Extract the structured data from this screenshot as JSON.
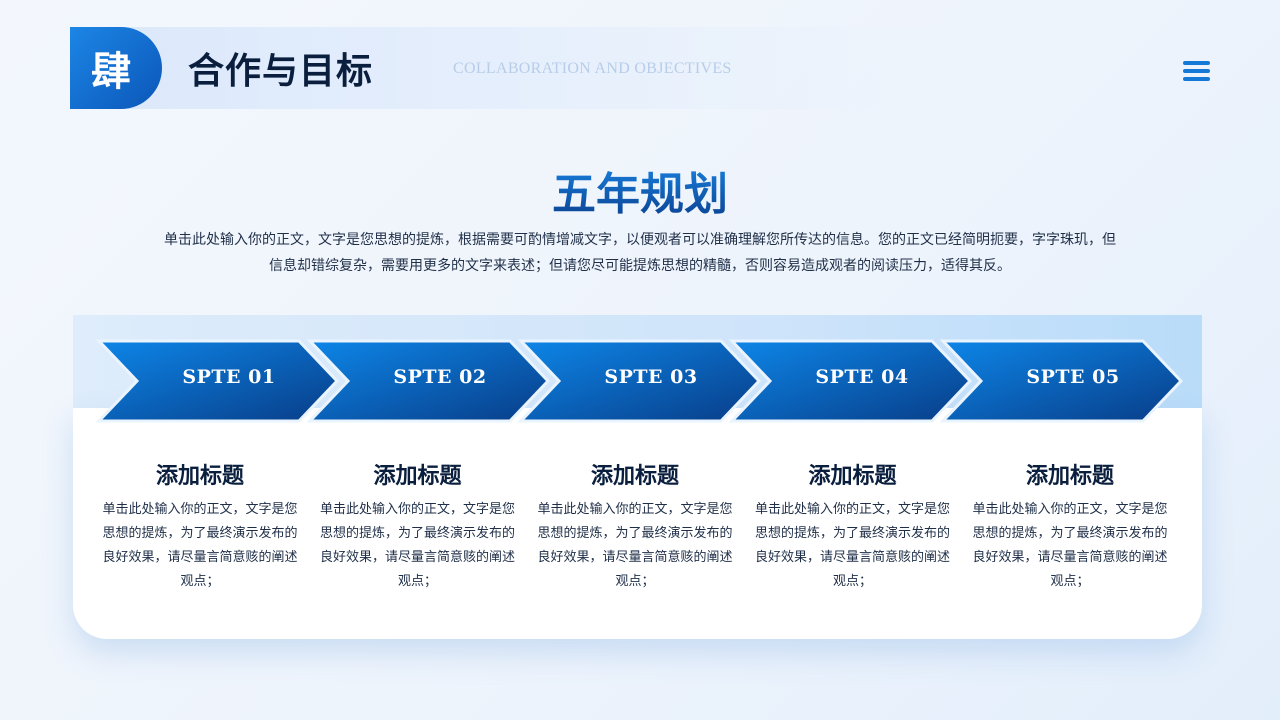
{
  "header": {
    "badge": "肆",
    "title": "合作与目标",
    "subtitle": "COLLABORATION AND OBJECTIVES",
    "menu_icon": "menu-icon"
  },
  "section": {
    "title": "五年规划",
    "description": "单击此处输入你的正文，文字是您思想的提炼，根据需要可酌情增减文字，以便观者可以准确理解您所传达的信息。您的正文已经简明扼要，字字珠玑，但信息却错综复杂，需要用更多的文字来表述；但请您尽可能提炼思想的精髓，否则容易造成观者的阅读压力，适得其反。"
  },
  "steps": [
    {
      "label": "SPTE 01",
      "title": "添加标题",
      "text": "单击此处输入你的正文，文字是您思想的提炼，为了最终演示发布的良好效果，请尽量言简意赅的阐述观点；"
    },
    {
      "label": "SPTE 02",
      "title": "添加标题",
      "text": "单击此处输入你的正文，文字是您思想的提炼，为了最终演示发布的良好效果，请尽量言简意赅的阐述观点；"
    },
    {
      "label": "SPTE 03",
      "title": "添加标题",
      "text": "单击此处输入你的正文，文字是您思想的提炼，为了最终演示发布的良好效果，请尽量言简意赅的阐述观点；"
    },
    {
      "label": "SPTE 04",
      "title": "添加标题",
      "text": "单击此处输入你的正文，文字是您思想的提炼，为了最终演示发布的良好效果，请尽量言简意赅的阐述观点；"
    },
    {
      "label": "SPTE 05",
      "title": "添加标题",
      "text": "单击此处输入你的正文，文字是您思想的提炼，为了最终演示发布的良好效果，请尽量言简意赅的阐述观点；"
    }
  ],
  "colors": {
    "accent": "#1479d6",
    "accent_dark": "#0a3f8f",
    "title_text": "#0a1e3d"
  }
}
